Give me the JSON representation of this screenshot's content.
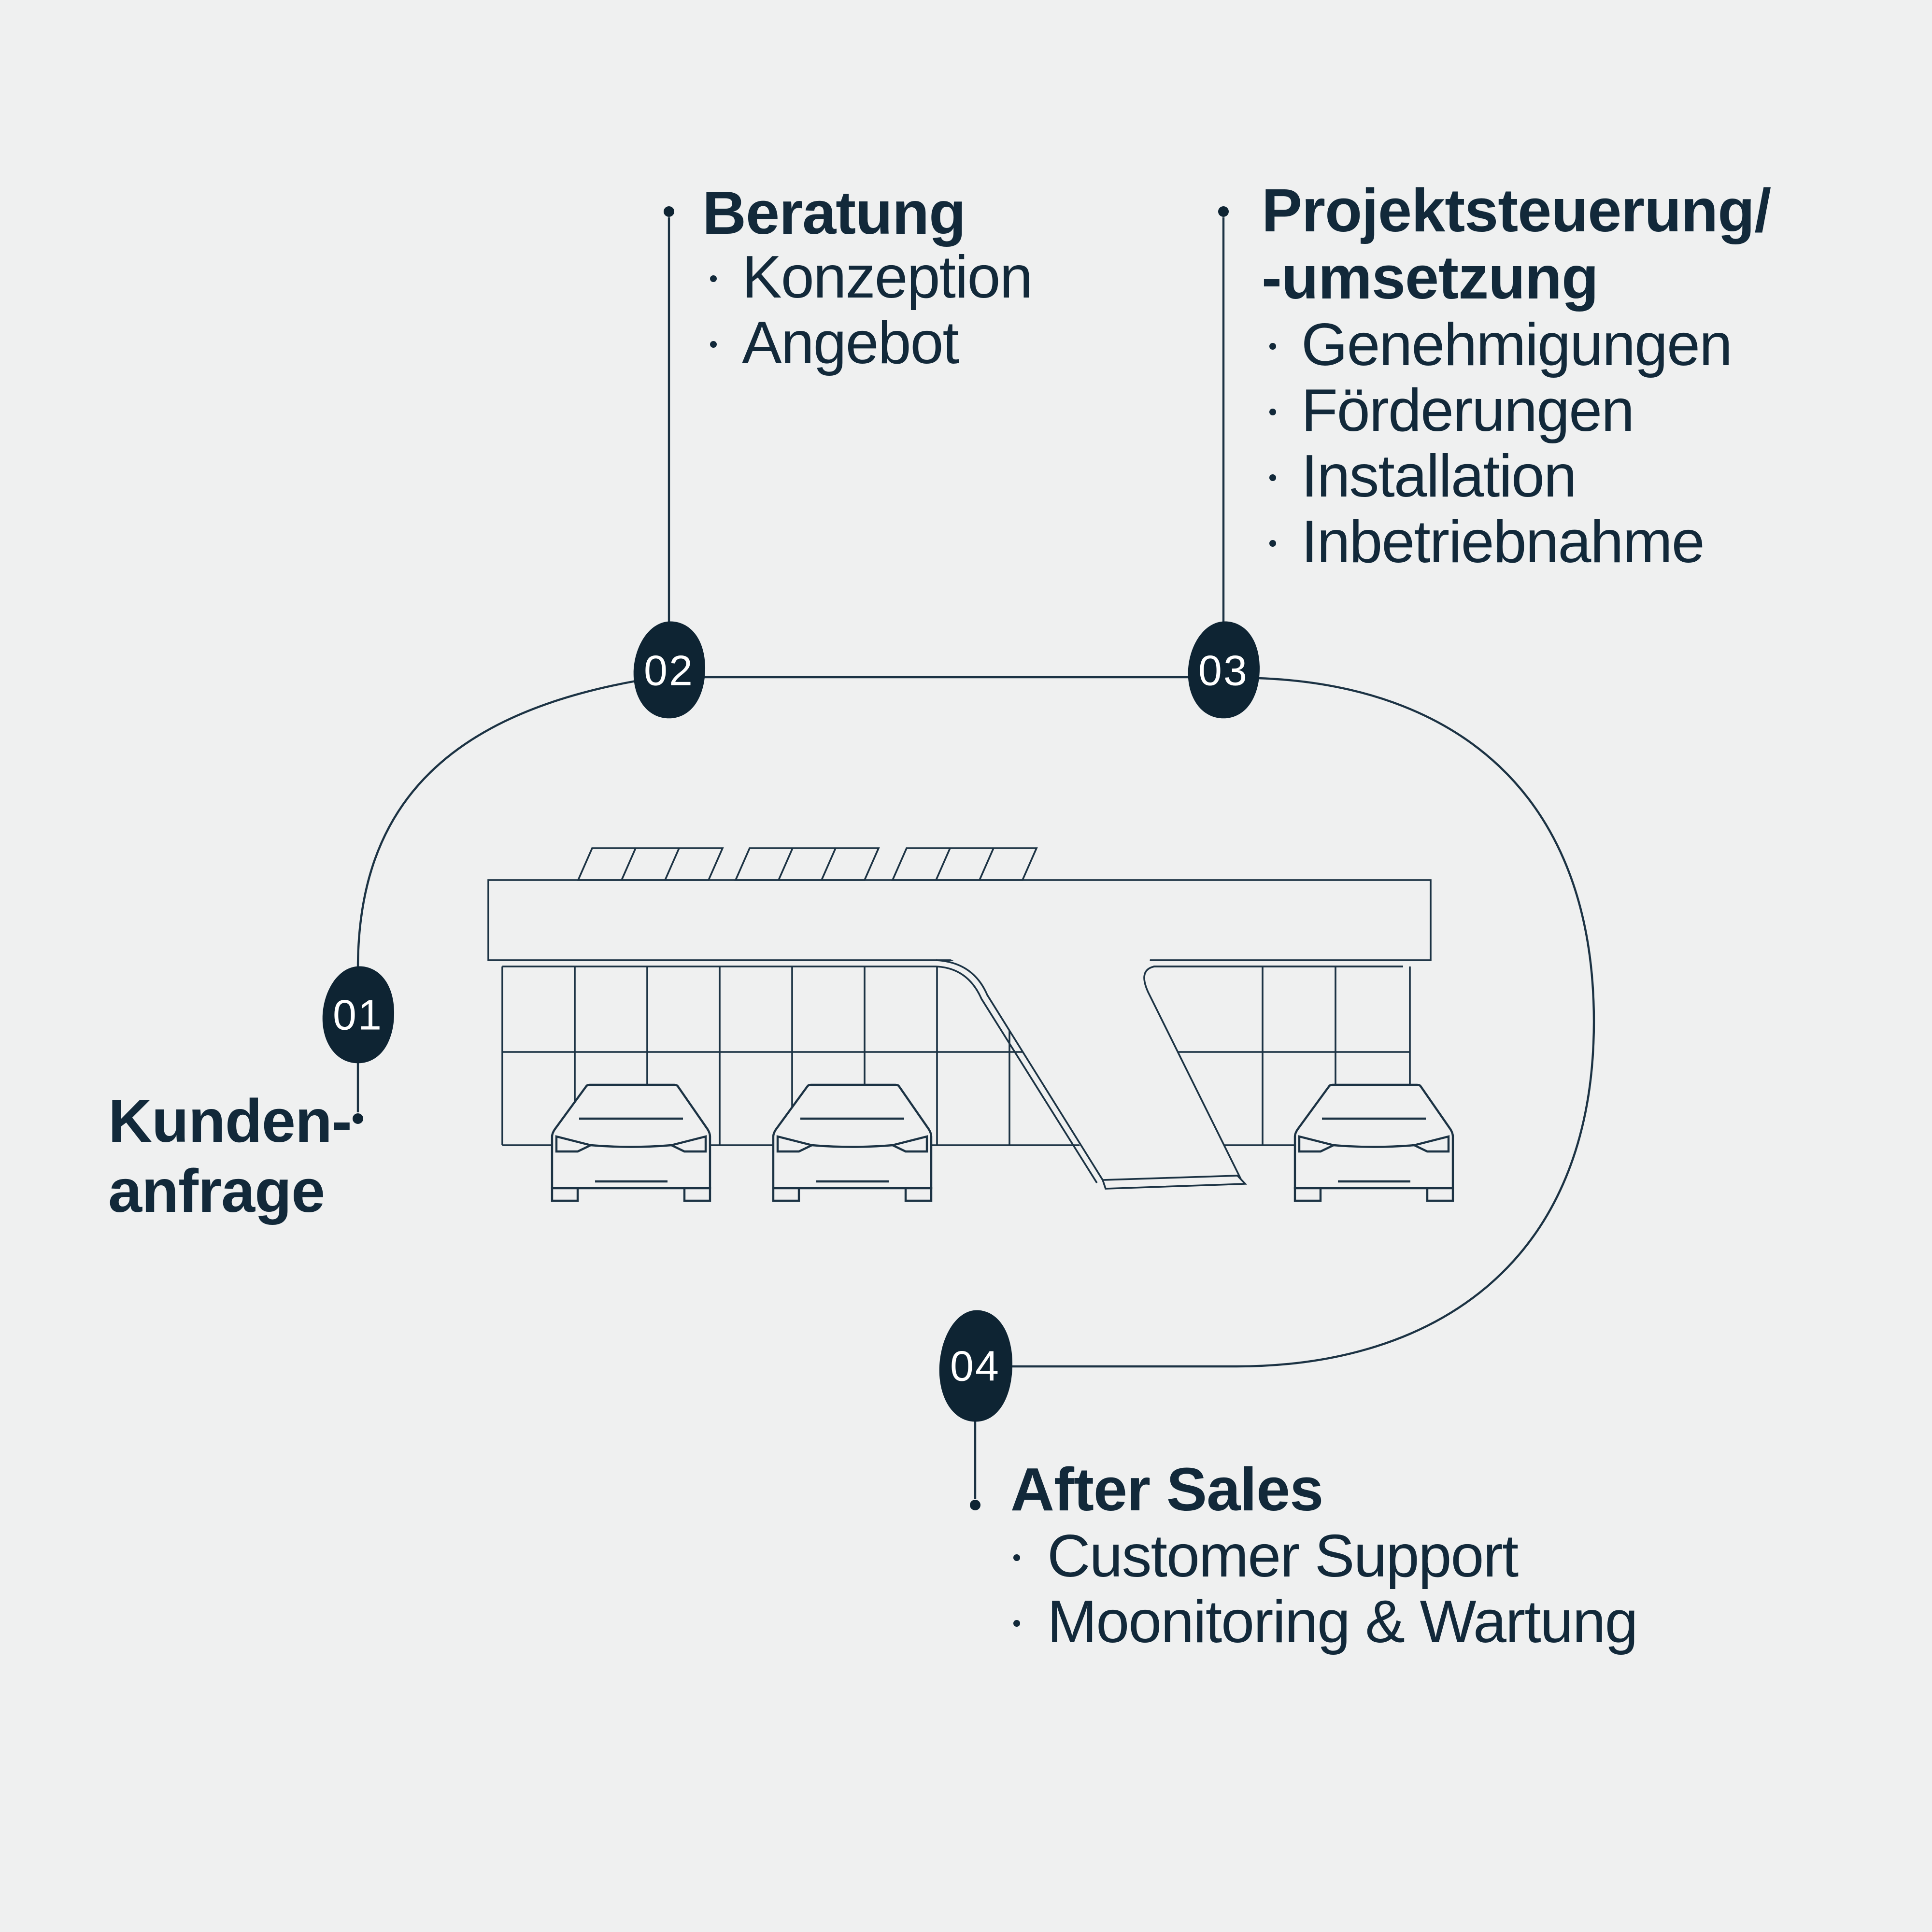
{
  "diagram_title": "EV charging project process loop",
  "colors": {
    "background": "#eff0f0",
    "ink": "#12293a",
    "line": "#1c3344",
    "badge": "#0e2433",
    "badge_number": "#ffffff"
  },
  "steps": [
    {
      "number": "01",
      "title_lines": [
        "Kunden-",
        "anfrage"
      ],
      "items": []
    },
    {
      "number": "02",
      "title_lines": [
        "Beratung"
      ],
      "items": [
        "Konzeption",
        "Angebot"
      ]
    },
    {
      "number": "03",
      "title_lines": [
        "Projektsteuerung/",
        "-umsetzung"
      ],
      "items": [
        "Genehmigungen",
        "Förderungen",
        "Installation",
        "Inbetriebnahme"
      ]
    },
    {
      "number": "04",
      "title_lines": [
        "After Sales"
      ],
      "items": [
        "Customer Support",
        "Moonitoring & Wartung"
      ]
    }
  ],
  "illustration": {
    "name": "ev-charging-hub-building",
    "elements": [
      "solar-panels",
      "roof-slab",
      "glass-facade",
      "ramp-swoosh",
      "three-electric-cars"
    ]
  }
}
